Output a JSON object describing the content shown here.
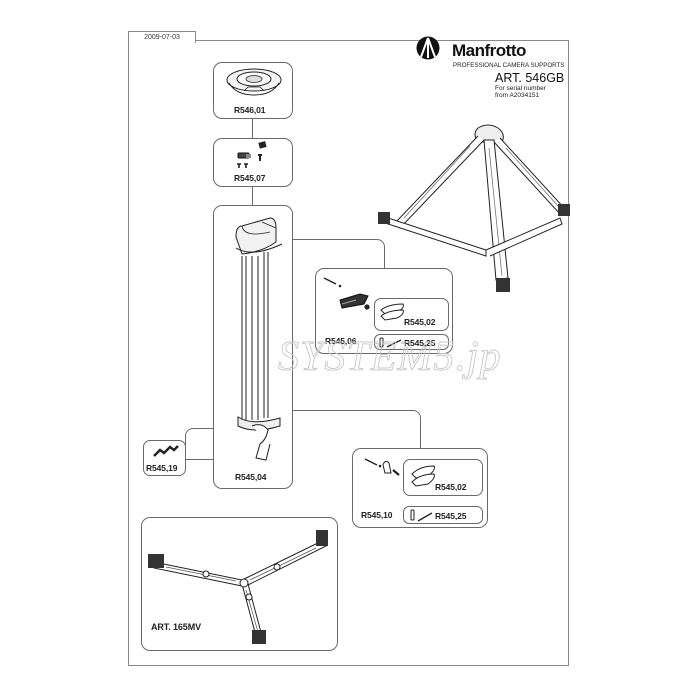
{
  "document": {
    "date": "2009-07-03",
    "brand": {
      "name": "Manfrotto",
      "tagline": "PROFESSIONAL CAMERA SUPPORTS",
      "logo_icon": "tripod-logo-icon"
    },
    "article": {
      "title": "ART. 546GB",
      "serial_note_line1": "For serial number",
      "serial_note_line2": "from A2034151"
    },
    "watermark": "SYSTEM5.jp"
  },
  "parts": {
    "top_casting": {
      "code": "R546,01",
      "icon": "tripod-top-casting-icon"
    },
    "screw_kit": {
      "code": "R545,07",
      "icon": "screw-kit-icon"
    },
    "leg": {
      "code": "R545,04",
      "icon": "tripod-leg-icon"
    },
    "leg_lock_clip": {
      "code": "R545,19",
      "icon": "leg-lock-clip-icon"
    },
    "upper_lock_kit": {
      "code": "R545,06",
      "sub_parts": [
        {
          "code": "R545,02",
          "icon": "spreader-clamp-icon"
        },
        {
          "code": "R545,25",
          "icon": "pin-and-screw-icon"
        }
      ]
    },
    "lower_lock_kit": {
      "code": "R545,10",
      "sub_parts": [
        {
          "code": "R545,02",
          "icon": "spreader-clamp-icon"
        },
        {
          "code": "R545,25",
          "icon": "pin-and-screw-icon"
        }
      ]
    },
    "spreader": {
      "code": "ART. 165MV",
      "icon": "floor-spreader-icon"
    },
    "assembled_tripod": {
      "icon": "assembled-tripod-icon"
    }
  }
}
